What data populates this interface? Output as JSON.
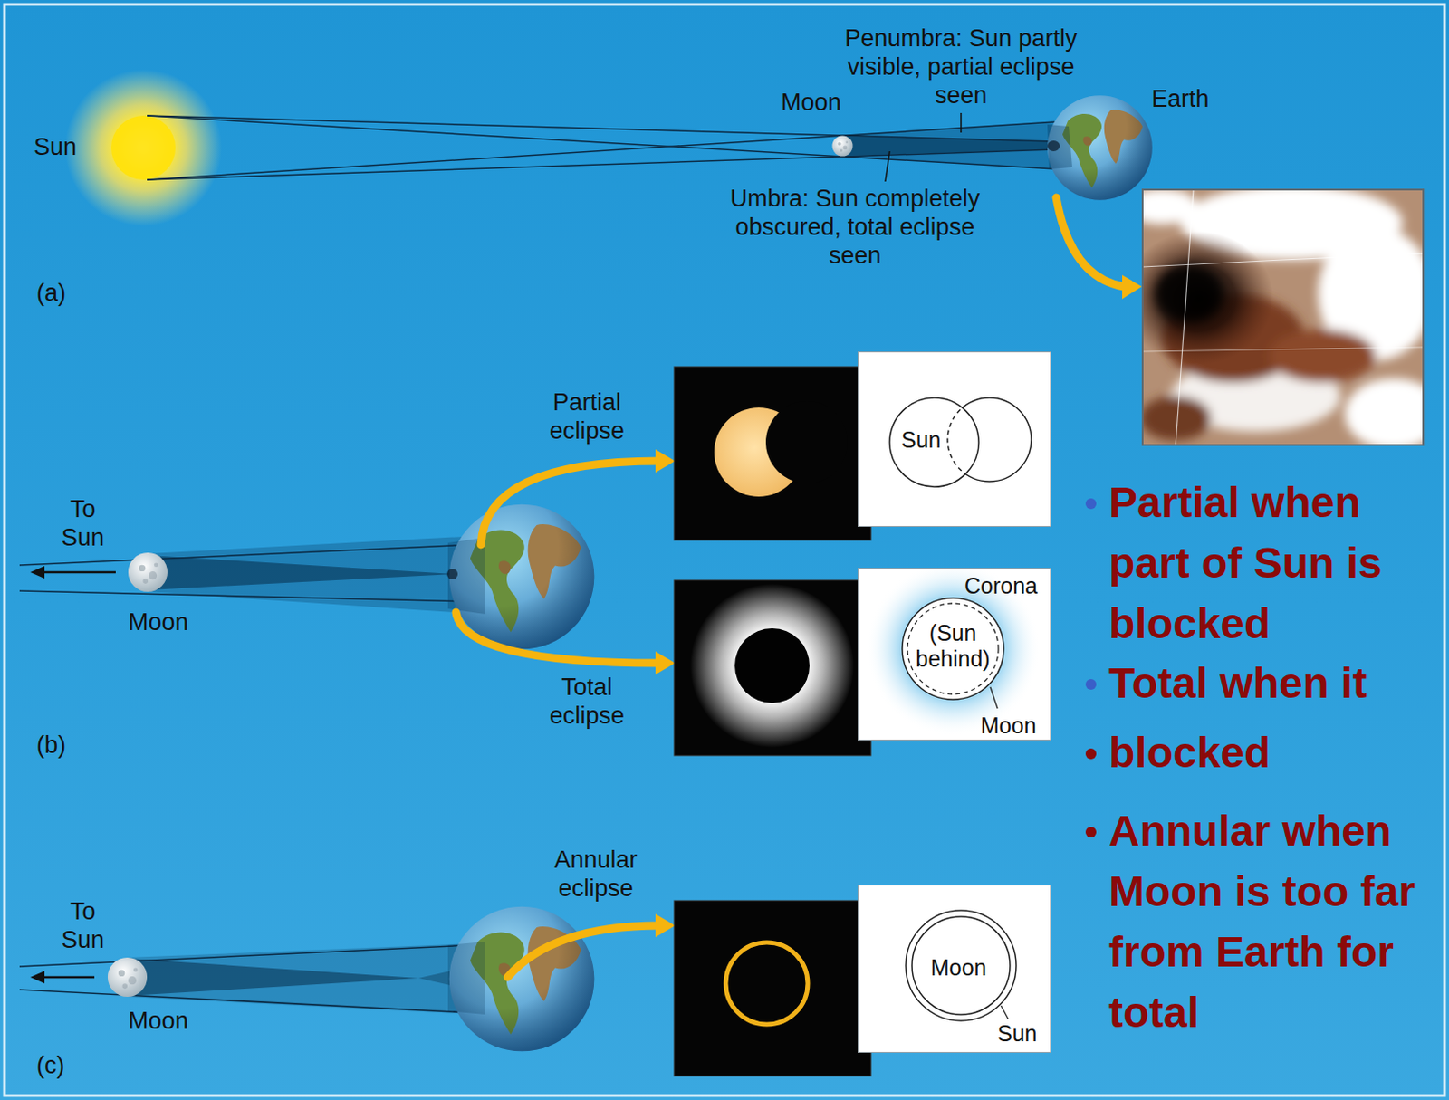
{
  "diagram": {
    "nodes": [
      {
        "text": [
          "Sun"
        ]
      },
      {
        "text": [
          "Corona",
          "(Sun behind)",
          "Moon"
        ]
      },
      {
        "text": [
          "Moon",
          "Sun"
        ]
      }
    ],
    "labels": [
      "Penumbra: Sun partly visible, partial eclipse seen",
      "Moon",
      "Earth",
      "Sun",
      "Umbra: Sun completely obscured, total eclipse seen",
      "(a)",
      "Partial eclipse",
      "To Sun",
      "Moon",
      "Total eclipse",
      "(b)",
      "Annular eclipse",
      "To Sun",
      "Moon",
      "(c)",
      "Partial when part of Sun is blocked",
      "Total when it",
      "blocked",
      "Annular when Moon is too far from Earth for total"
    ]
  }
}
